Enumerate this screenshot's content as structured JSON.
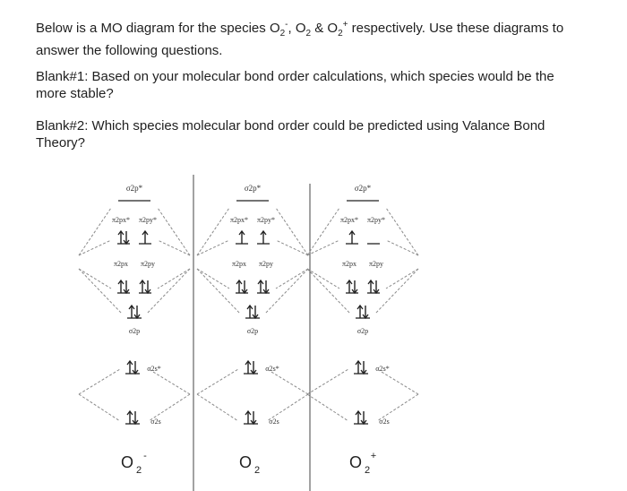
{
  "intro": {
    "part1": "Below is a MO diagram for the species O",
    "sub1": "2",
    "sup1": "-",
    "part2": ", O",
    "sub2": "2",
    "part3": " & O",
    "sub3": "2",
    "sup3": "+",
    "part4": " respectively. Use these diagrams to answer the following questions."
  },
  "question1": "Blank#1: Based on your molecular bond order calculations, which species would be the more stable?",
  "question2": "Blank#2: Which species molecular bond order could be predicted using Valance Bond Theory?",
  "diagram_labels": {
    "sigma2p_star": "σ2p*",
    "pi2px_star": "π2px*",
    "pi2py_star": "π2py*",
    "pi2px": "π2px",
    "pi2py": "π2py",
    "sigma2p": "σ2p",
    "sigma2s_star": "σ2s*",
    "sigma2s": "σ2s"
  },
  "species": [
    {
      "base": "O",
      "sub": "2",
      "charge": "-"
    },
    {
      "base": "O",
      "sub": "2",
      "charge": ""
    },
    {
      "base": "O",
      "sub": "2",
      "charge": "+"
    }
  ],
  "colors": {
    "dashed_lines": "#8a8a8a",
    "text": "#1f1f1f",
    "divider": "#444444"
  }
}
